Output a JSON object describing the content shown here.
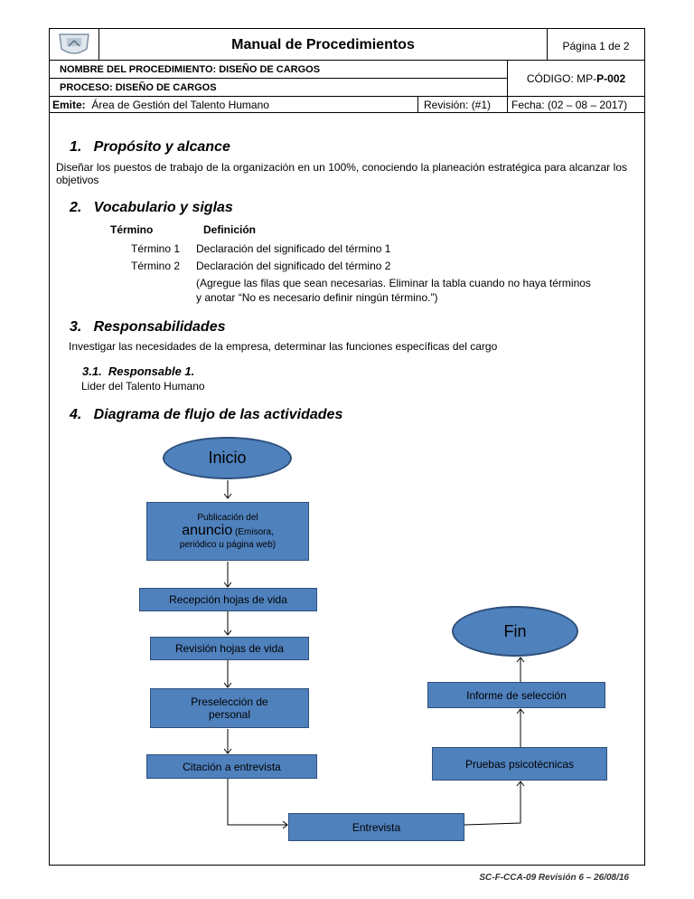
{
  "header": {
    "title": "Manual de Procedimientos",
    "page": "Página 1 de 2",
    "procedure_label": "NOMBRE DEL PROCEDIMIENTO: DISEÑO DE CARGOS",
    "process_label": "PROCESO:  DISEÑO DE CARGOS",
    "code_prefix": "CÓDIGO: MP-",
    "code_value": "P-002",
    "emite_label": "Emite:",
    "emite_value": "Área de Gestión del Talento Humano",
    "revision": "Revisión:   (#1)",
    "fecha": "Fecha:  (02 – 08 – 2017)"
  },
  "sections": {
    "s1_title": "1.   Propósito y alcance",
    "s1_text": " Diseñar los puestos de trabajo de la organización en un 100%, conociendo la planeación estratégica para alcanzar los objetivos",
    "s2_title": "2.   Vocabulario y siglas",
    "s2_col_term": "Término",
    "s2_col_def": "Definición",
    "s2_rows": [
      {
        "term": "Término 1",
        "def": "Declaración del significado del término 1"
      },
      {
        "term": "Término 2",
        "def": "Declaración del significado del término 2"
      }
    ],
    "s2_note_1": "(Agregue las filas que sean necesarias. Eliminar la tabla cuando no haya términos",
    "s2_note_2": "y anotar “No es necesario definir ningún término.”)",
    "s3_title": "3.   Responsabilidades",
    "s3_text": "Investigar las necesidades de la empresa, determinar las funciones específicas del cargo",
    "s31_title": "3.1.  Responsable 1.",
    "s31_text": "Lider del Talento Humano",
    "s4_title": "4.   Diagrama de flujo de las actividades"
  },
  "flow": {
    "inicio": "Inicio",
    "publicacion_1": "Publicación del",
    "publicacion_big": "anuncio",
    "publicacion_small": " (Emisora,",
    "publicacion_3": "periódico u página web)",
    "recepcion": "Recepción hojas de vida",
    "revision": "Revisión hojas de vida",
    "preseleccion_1": "Preselección de",
    "preseleccion_2": "personal",
    "citacion": "Citación a entrevista",
    "entrevista": "Entrevista",
    "pruebas": "Pruebas psicotécnicas",
    "informe": "Informe de selección",
    "fin": "Fin"
  },
  "footer": {
    "code": "SC-F-CCA-09 Revisión 6 – 26/08/16"
  }
}
